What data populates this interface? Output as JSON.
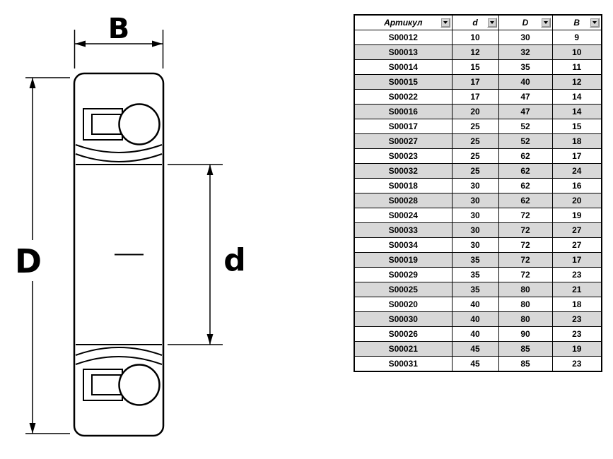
{
  "drawing": {
    "label_B": "B",
    "label_D": "D",
    "label_d": "d"
  },
  "table": {
    "columns": [
      {
        "key": "article",
        "label": "Артикул"
      },
      {
        "key": "d",
        "label": "d"
      },
      {
        "key": "D",
        "label": "D"
      },
      {
        "key": "B",
        "label": "B"
      }
    ],
    "rows": [
      {
        "article": "S00012",
        "d": "10",
        "D": "30",
        "B": "9"
      },
      {
        "article": "S00013",
        "d": "12",
        "D": "32",
        "B": "10"
      },
      {
        "article": "S00014",
        "d": "15",
        "D": "35",
        "B": "11"
      },
      {
        "article": "S00015",
        "d": "17",
        "D": "40",
        "B": "12"
      },
      {
        "article": "S00022",
        "d": "17",
        "D": "47",
        "B": "14"
      },
      {
        "article": "S00016",
        "d": "20",
        "D": "47",
        "B": "14"
      },
      {
        "article": "S00017",
        "d": "25",
        "D": "52",
        "B": "15"
      },
      {
        "article": "S00027",
        "d": "25",
        "D": "52",
        "B": "18"
      },
      {
        "article": "S00023",
        "d": "25",
        "D": "62",
        "B": "17"
      },
      {
        "article": "S00032",
        "d": "25",
        "D": "62",
        "B": "24"
      },
      {
        "article": "S00018",
        "d": "30",
        "D": "62",
        "B": "16"
      },
      {
        "article": "S00028",
        "d": "30",
        "D": "62",
        "B": "20"
      },
      {
        "article": "S00024",
        "d": "30",
        "D": "72",
        "B": "19"
      },
      {
        "article": "S00033",
        "d": "30",
        "D": "72",
        "B": "27"
      },
      {
        "article": "S00034",
        "d": "30",
        "D": "72",
        "B": "27"
      },
      {
        "article": "S00019",
        "d": "35",
        "D": "72",
        "B": "17"
      },
      {
        "article": "S00029",
        "d": "35",
        "D": "72",
        "B": "23"
      },
      {
        "article": "S00025",
        "d": "35",
        "D": "80",
        "B": "21"
      },
      {
        "article": "S00020",
        "d": "40",
        "D": "80",
        "B": "18"
      },
      {
        "article": "S00030",
        "d": "40",
        "D": "80",
        "B": "23"
      },
      {
        "article": "S00026",
        "d": "40",
        "D": "90",
        "B": "23"
      },
      {
        "article": "S00021",
        "d": "45",
        "D": "85",
        "B": "19"
      },
      {
        "article": "S00031",
        "d": "45",
        "D": "85",
        "B": "23"
      }
    ]
  }
}
